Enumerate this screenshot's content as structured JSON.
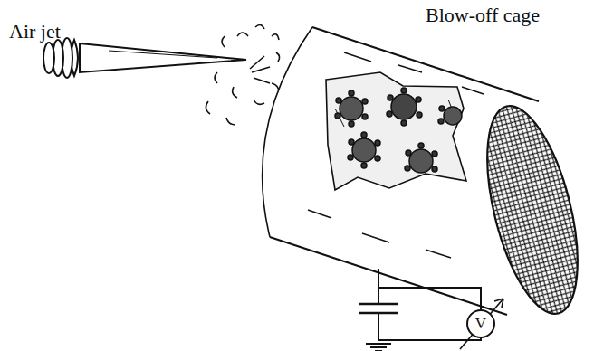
{
  "diagram": {
    "nodes": [
      {
        "text": [
          "V"
        ]
      }
    ],
    "labels": [
      "Air jet",
      "Blow-off cage"
    ]
  }
}
